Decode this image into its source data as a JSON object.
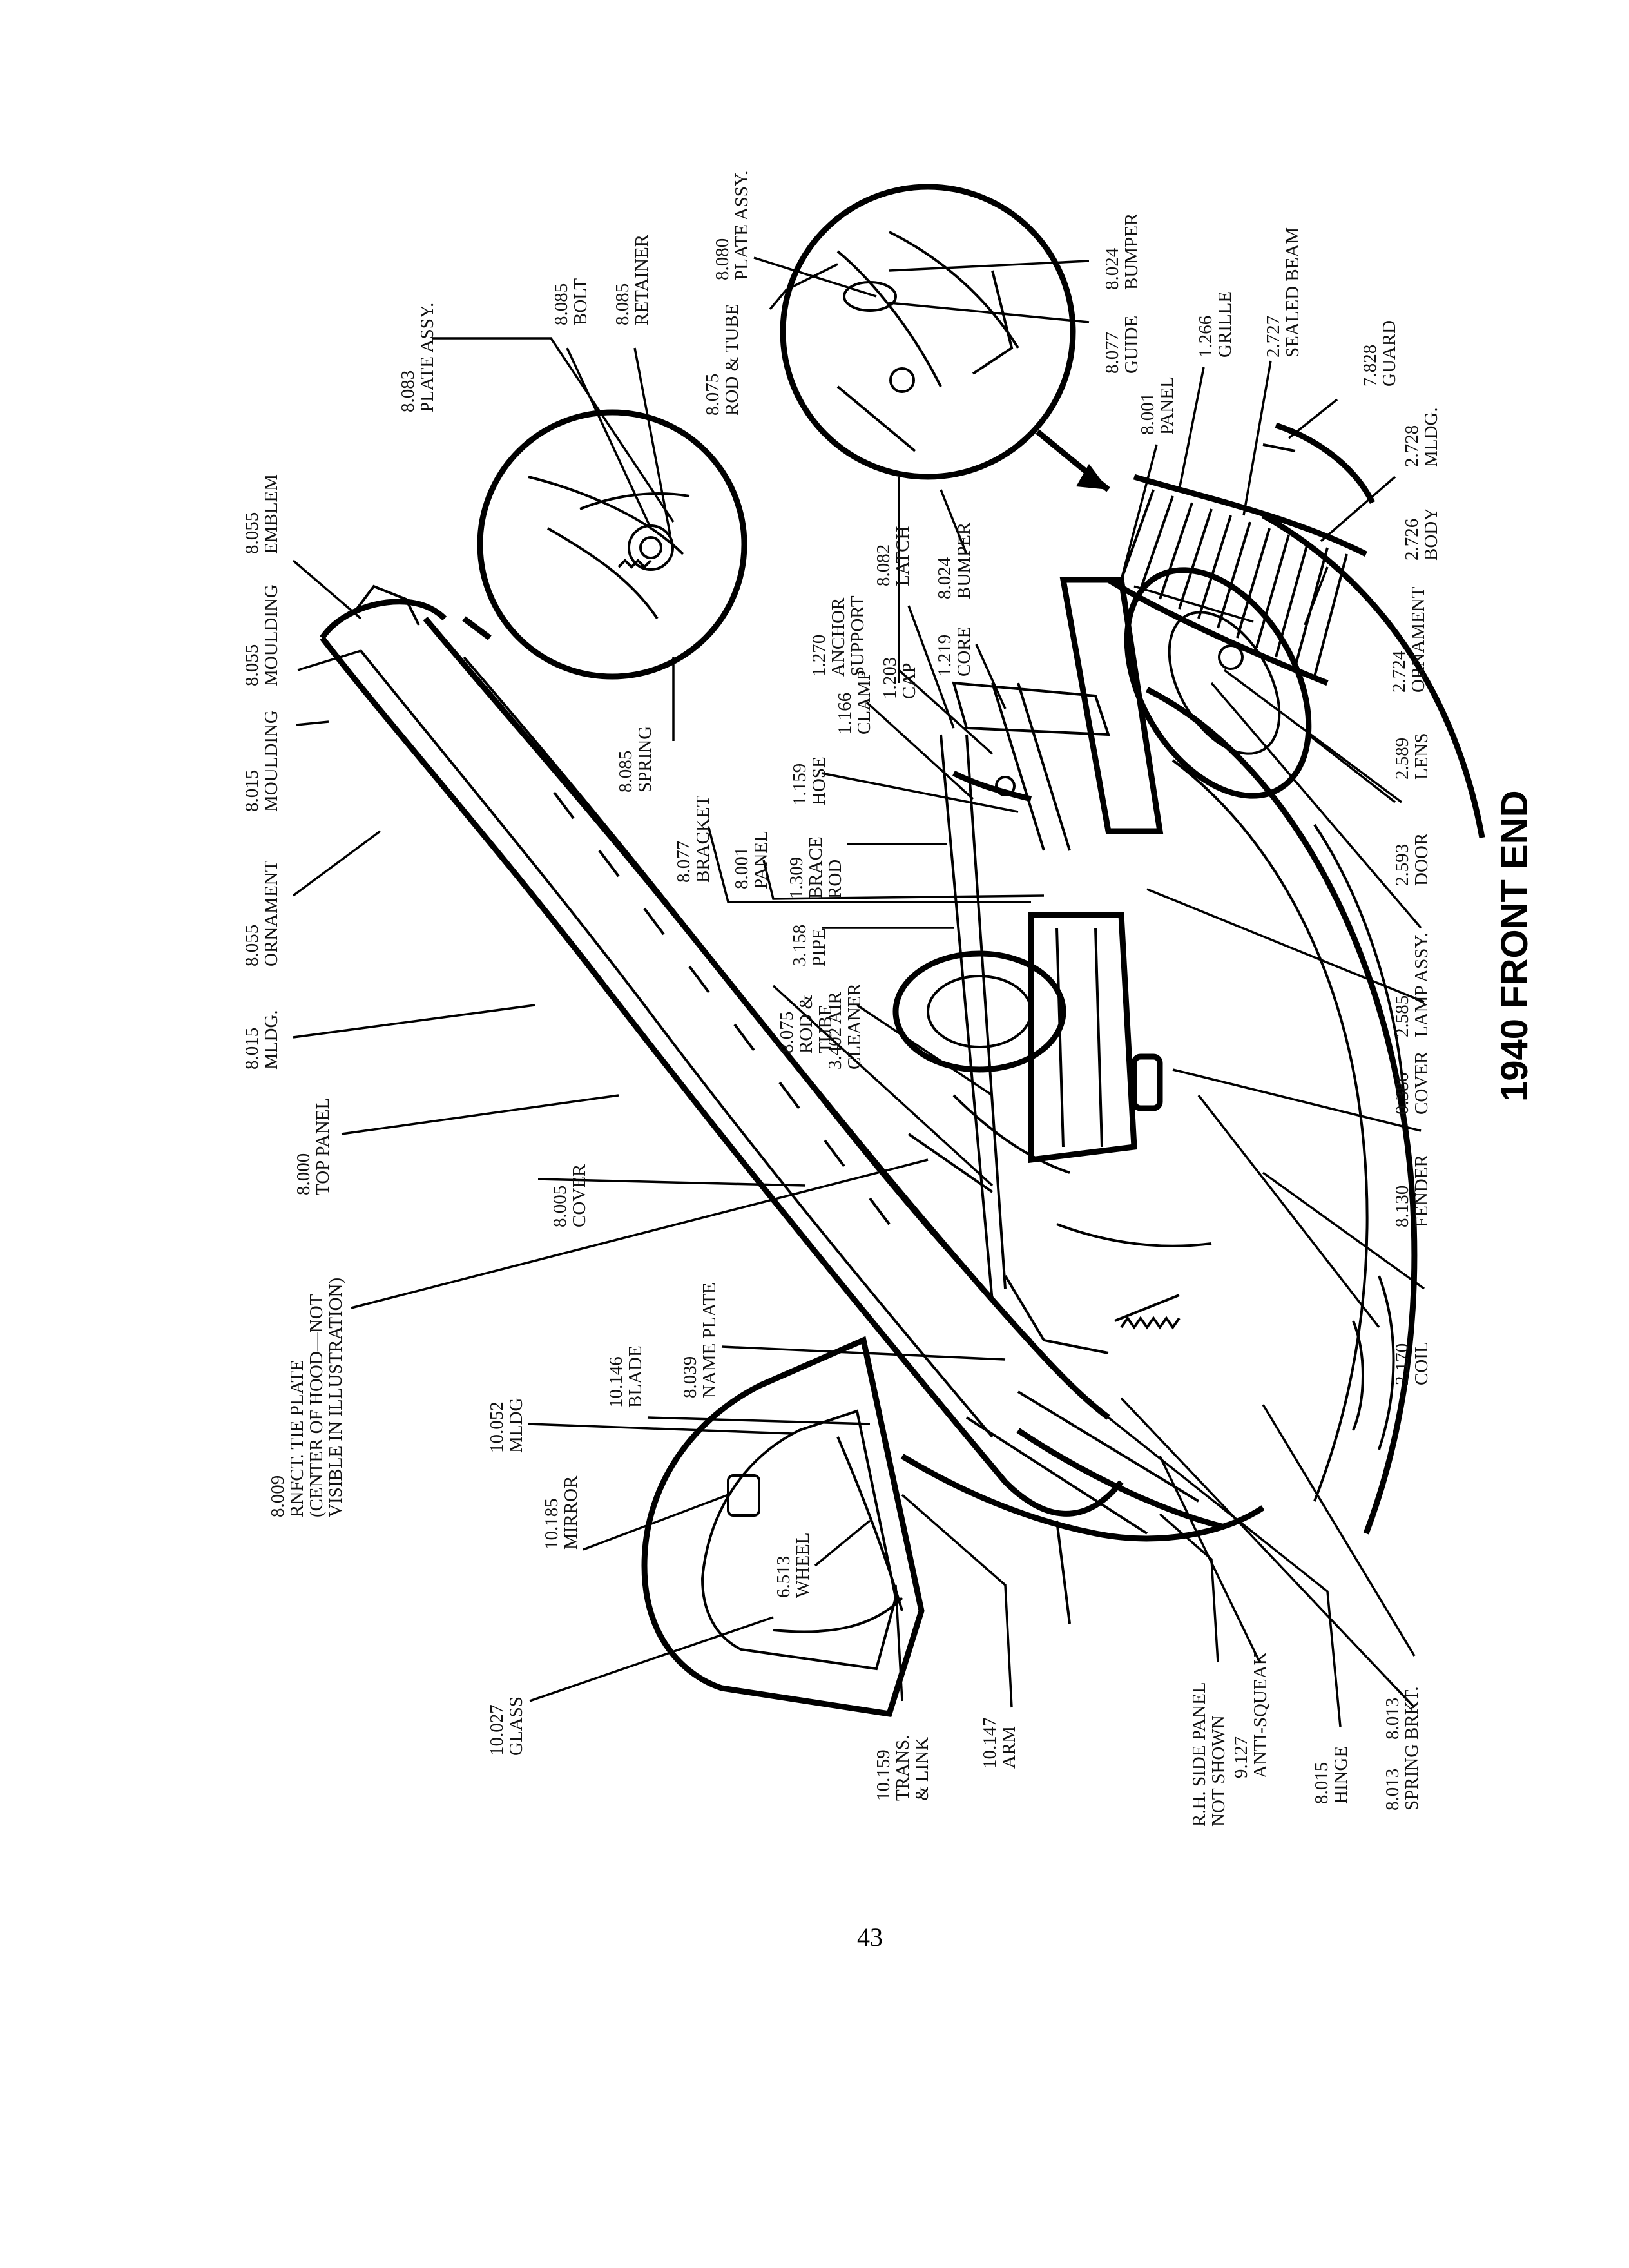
{
  "title": "1940 FRONT END",
  "page_number": "43",
  "labels": [
    {
      "id": "plate-assy-8083",
      "lines": [
        "8.083",
        "PLATE ASSY."
      ]
    },
    {
      "id": "bolt-8085",
      "lines": [
        "8.085",
        "BOLT"
      ]
    },
    {
      "id": "retainer-8085",
      "lines": [
        "8.085",
        "RETAINER"
      ]
    },
    {
      "id": "rod-tube-8075-top",
      "lines": [
        "8.075",
        "ROD & TUBE"
      ]
    },
    {
      "id": "plate-assy-8080",
      "lines": [
        "8.080",
        "PLATE ASSY."
      ]
    },
    {
      "id": "bumper-8024-top",
      "lines": [
        "8.024",
        "BUMPER"
      ]
    },
    {
      "id": "guide-8077",
      "lines": [
        "8.077",
        "GUIDE"
      ]
    },
    {
      "id": "grille-1266",
      "lines": [
        "1.266",
        "GRILLE"
      ]
    },
    {
      "id": "sealed-beam-2727",
      "lines": [
        "2.727",
        "SEALED BEAM"
      ]
    },
    {
      "id": "guard-7828",
      "lines": [
        "7.828",
        "GUARD"
      ]
    },
    {
      "id": "panel-8001-right",
      "lines": [
        "8.001",
        "PANEL"
      ]
    },
    {
      "id": "mldg-2728",
      "lines": [
        "2.728",
        "MLDG."
      ]
    },
    {
      "id": "emblem-8055",
      "lines": [
        "8.055",
        "EMBLEM"
      ]
    },
    {
      "id": "moulding-8055",
      "lines": [
        "8.055",
        "MOULDING"
      ]
    },
    {
      "id": "moulding-8015",
      "lines": [
        "8.015",
        "MOULDING"
      ]
    },
    {
      "id": "ornament-8055",
      "lines": [
        "8.055",
        "ORNAMENT"
      ]
    },
    {
      "id": "mldg-8015",
      "lines": [
        "8.015",
        "MLDG."
      ]
    },
    {
      "id": "top-panel-8000",
      "lines": [
        "8.000",
        "TOP PANEL"
      ]
    },
    {
      "id": "cover-8005",
      "lines": [
        "8.005",
        "COVER"
      ]
    },
    {
      "id": "tie-plate-8009",
      "lines": [
        "8.009",
        "RNFCT. TIE PLATE",
        "(CENTER OF HOOD—NOT",
        "VISIBLE IN ILLUSTRATION)"
      ]
    },
    {
      "id": "spring-8085",
      "lines": [
        "8.085",
        "SPRING"
      ]
    },
    {
      "id": "anchor-support-1270",
      "lines": [
        "1.270",
        "ANCHOR",
        "SUPPORT"
      ]
    },
    {
      "id": "latch-8082",
      "lines": [
        "8.082",
        "LATCH"
      ]
    },
    {
      "id": "bumper-8024-mid",
      "lines": [
        "8.024",
        "BUMPER"
      ]
    },
    {
      "id": "core-1219",
      "lines": [
        "1.219",
        "CORE"
      ]
    },
    {
      "id": "cap-1203",
      "lines": [
        "1.203",
        "CAP"
      ]
    },
    {
      "id": "clamp-1166",
      "lines": [
        "1.166",
        "CLAMP"
      ]
    },
    {
      "id": "hose-1159",
      "lines": [
        "1.159",
        "HOSE"
      ]
    },
    {
      "id": "bracket-8077",
      "lines": [
        "8.077",
        "BRACKET"
      ]
    },
    {
      "id": "panel-8001-mid",
      "lines": [
        "8.001",
        "PANEL"
      ]
    },
    {
      "id": "brace-rod-1309",
      "lines": [
        "1.309",
        "BRACE",
        "ROD"
      ]
    },
    {
      "id": "pipe-3158",
      "lines": [
        "3.158",
        "PIPE"
      ]
    },
    {
      "id": "rod-tube-8075-mid",
      "lines": [
        "8.075",
        "ROD &",
        "TUBE"
      ]
    },
    {
      "id": "air-cleaner-3402",
      "lines": [
        "3.402 AIR",
        "CLEANER"
      ]
    },
    {
      "id": "ornament-2724",
      "lines": [
        "2.724",
        "ORNAMENT"
      ]
    },
    {
      "id": "body-2726",
      "lines": [
        "2.726",
        "BODY"
      ]
    },
    {
      "id": "lens-2589",
      "lines": [
        "2.589",
        "LENS"
      ]
    },
    {
      "id": "door-2593",
      "lines": [
        "2.593",
        "DOOR"
      ]
    },
    {
      "id": "lamp-assy-2585",
      "lines": [
        "2.585",
        "LAMP ASSY."
      ]
    },
    {
      "id": "cover-0386",
      "lines": [
        "0.386",
        "COVER"
      ]
    },
    {
      "id": "fender-8130",
      "lines": [
        "8.130",
        "FENDER"
      ]
    },
    {
      "id": "coil-2170",
      "lines": [
        "2.170",
        "COIL"
      ]
    },
    {
      "id": "name-plate-8039",
      "lines": [
        "8.039",
        "NAME PLATE"
      ]
    },
    {
      "id": "blade-10146",
      "lines": [
        "10.146",
        "BLADE"
      ]
    },
    {
      "id": "mldg-10052",
      "lines": [
        "10.052",
        "MLDG"
      ]
    },
    {
      "id": "mirror-10185",
      "lines": [
        "10.185",
        "MIRROR"
      ]
    },
    {
      "id": "wheel-6513",
      "lines": [
        "6.513",
        "WHEEL"
      ]
    },
    {
      "id": "glass-10027",
      "lines": [
        "10.027",
        "GLASS"
      ]
    },
    {
      "id": "trans-link-10159",
      "lines": [
        "10.159",
        "TRANS.",
        "& LINK"
      ]
    },
    {
      "id": "arm-10147",
      "lines": [
        "10.147",
        "ARM"
      ]
    },
    {
      "id": "rh-side-panel",
      "lines": [
        "R.H. SIDE PANEL",
        "NOT SHOWN"
      ]
    },
    {
      "id": "anti-squeak-9127",
      "lines": [
        "9.127",
        "ANTI-SQUEAK"
      ]
    },
    {
      "id": "hinge-8015",
      "lines": [
        "8.015",
        "HINGE"
      ]
    },
    {
      "id": "spring-8013",
      "lines": [
        "8.013",
        "SPRING"
      ]
    },
    {
      "id": "brkt-8013",
      "lines": [
        "8.013",
        "BRKT."
      ]
    }
  ]
}
